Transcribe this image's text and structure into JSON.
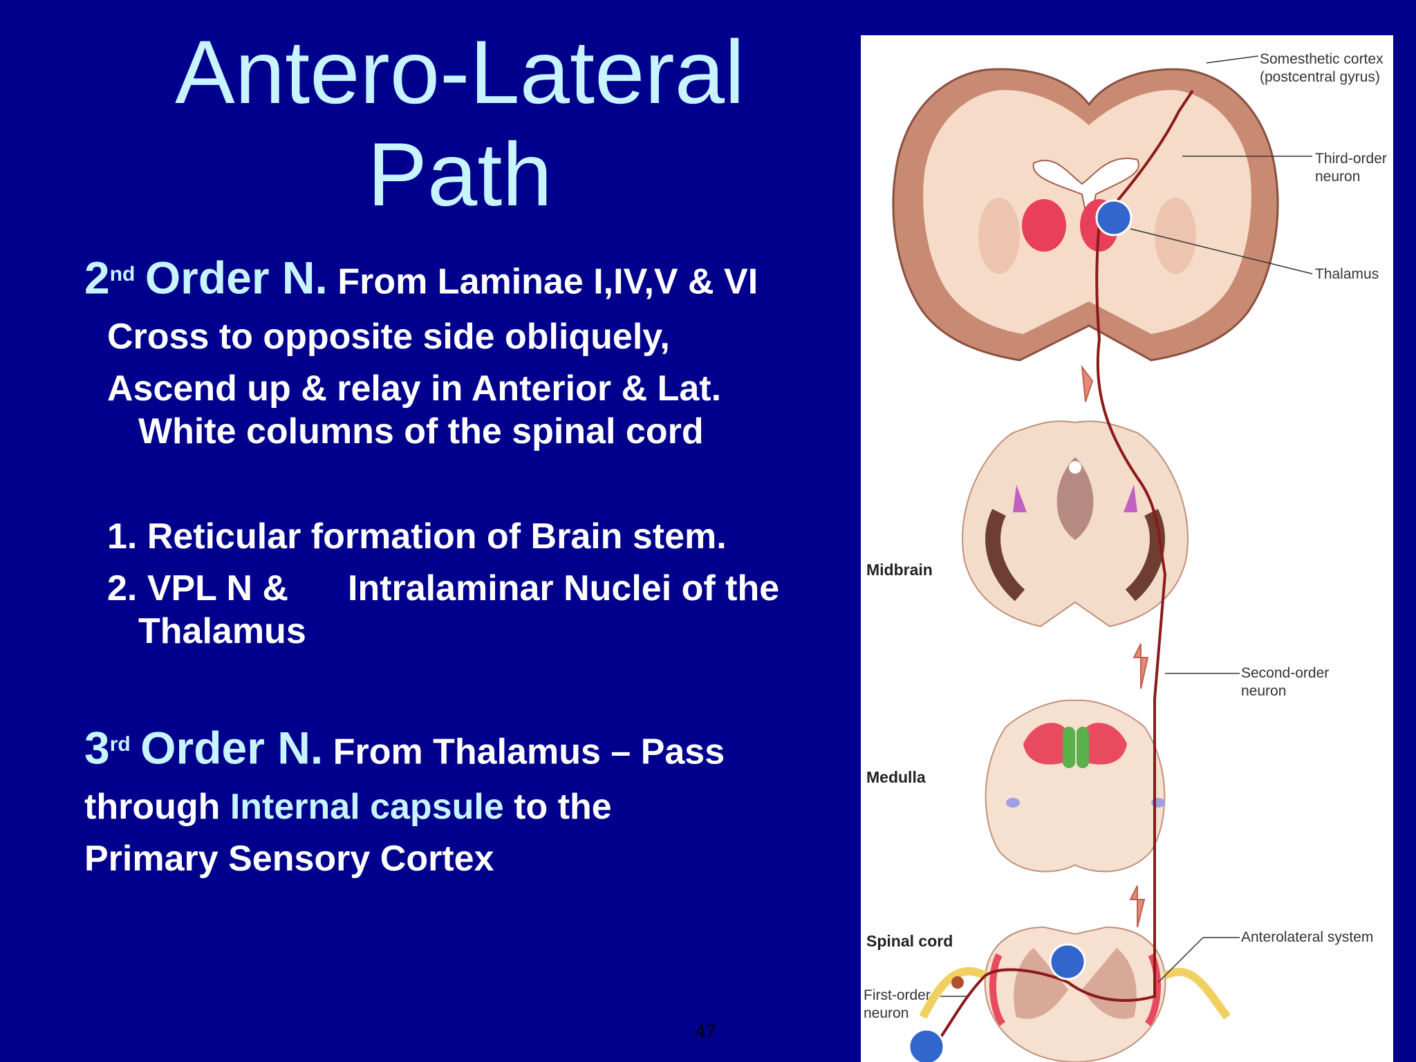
{
  "title": {
    "line1": "Antero-Lateral",
    "line2": "Path"
  },
  "second_order": {
    "num": "2",
    "sup": "nd",
    "heading": "Order N.",
    "heading_rest": "From Laminae I,IV,V & VI",
    "line1": "Cross to opposite side obliquely,",
    "line2": "Ascend up & relay in Anterior & Lat.",
    "line3": "White columns of the spinal cord",
    "item1": "1. Reticular formation of Brain stem.",
    "item2a": "2. VPL N &",
    "item2b": "Intralaminar Nuclei of the",
    "item2c": "Thalamus"
  },
  "third_order": {
    "num": "3",
    "sup": "rd",
    "heading": "Order N.",
    "heading_rest": "From Thalamus – Pass",
    "line2a": "through",
    "line2b": "Internal capsule",
    "line2c": "to the",
    "line3": "Primary Sensory Cortex"
  },
  "diagram": {
    "labels": {
      "somesthetic": [
        "Somesthetic cortex",
        "(postcentral gyrus)"
      ],
      "third_order": [
        "Third-order",
        "neuron"
      ],
      "thalamus": "Thalamus",
      "midbrain": "Midbrain",
      "second_order": [
        "Second-order",
        "neuron"
      ],
      "medulla": "Medulla",
      "spinal_cord": "Spinal cord",
      "anterolateral": "Anterolateral system",
      "first_order": [
        "First-order",
        "neuron"
      ]
    }
  },
  "page_number": "47",
  "colors": {
    "background": "#00008c",
    "highlight": "#c8f4ff",
    "pathway": "#8b1a1a",
    "neuron_dot": "#3366cc"
  }
}
